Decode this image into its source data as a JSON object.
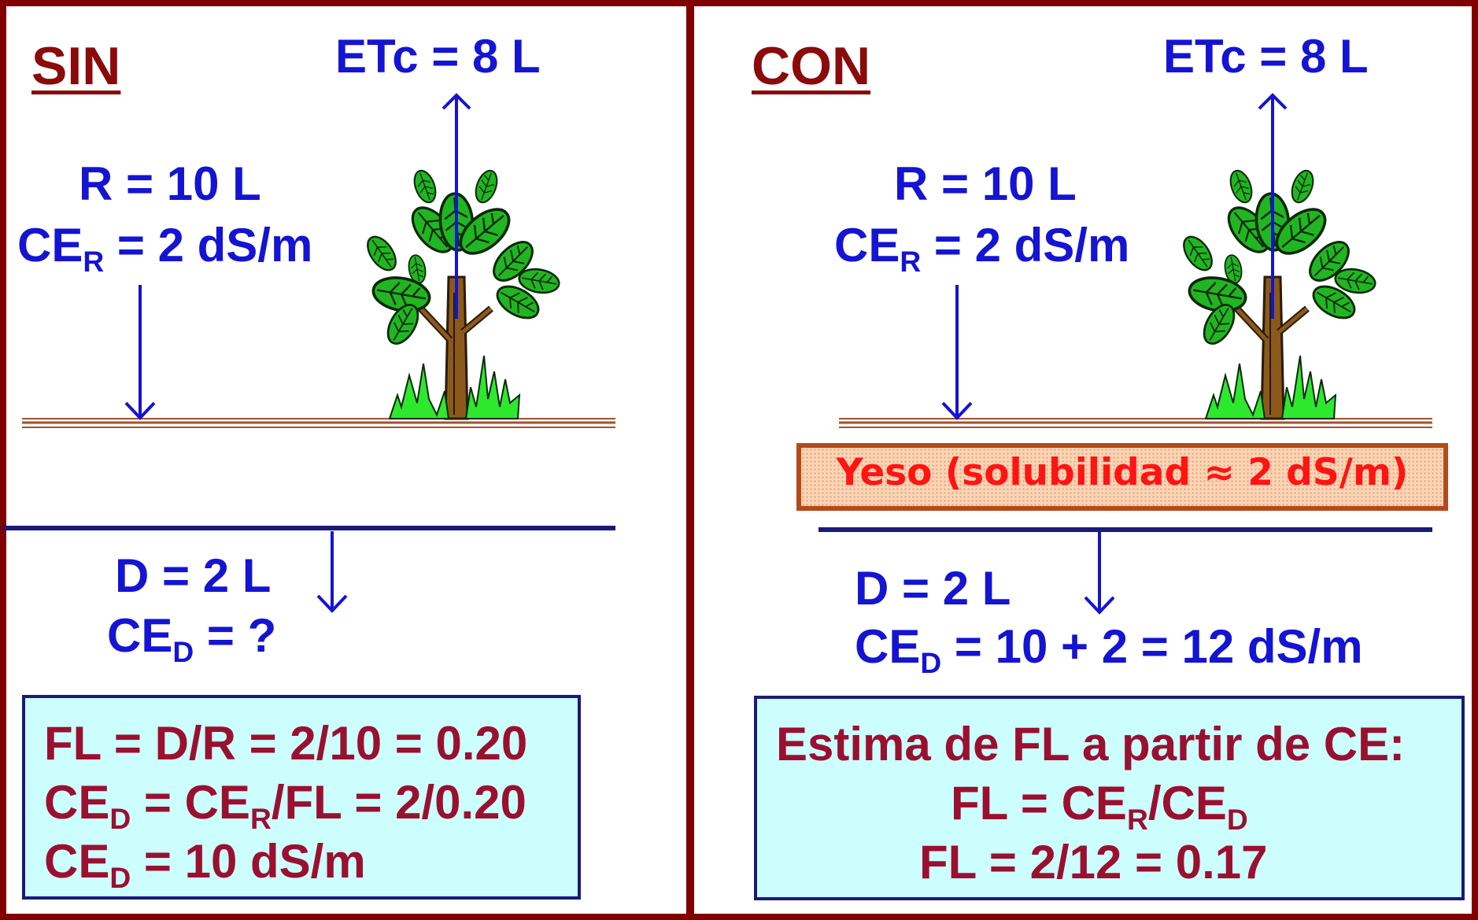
{
  "colors": {
    "frame": "#800000",
    "text_blue": "#1414d2",
    "text_maroon": "#9a1030",
    "box_fill": "#ccfefe",
    "box_border": "#1a1a7a",
    "yeso_text": "#ff1414",
    "yeso_border": "#b34a1a"
  },
  "left": {
    "title": "SIN",
    "etc": "ETc = 8 L",
    "r": "R = 10 L",
    "ce_r": {
      "pre": "CE",
      "sub": "R",
      "post": " = 2 dS/m"
    },
    "d": "D = 2 L",
    "ce_d": {
      "pre": "CE",
      "sub": "D",
      "post": " = ?"
    },
    "box": {
      "line1": "FL = D/R = 2/10 = 0.20",
      "line2": {
        "pre": "CE",
        "sub1": "D",
        "mid": " = CE",
        "sub2": "R",
        "post": "/FL = 2/0.20"
      },
      "line3": {
        "pre": "CE",
        "sub": "D",
        "post": " = 10 dS/m"
      }
    }
  },
  "right": {
    "title": "CON",
    "etc": "ETc = 8 L",
    "r": "R = 10 L",
    "ce_r": {
      "pre": "CE",
      "sub": "R",
      "post": " = 2 dS/m"
    },
    "yeso": "Yeso (solubilidad ≈ 2 dS/m)",
    "d": "D = 2 L",
    "ce_d": {
      "pre": "CE",
      "sub": "D",
      "post": " = 10 + 2 = 12 dS/m"
    },
    "box": {
      "line1": "Estima de FL a partir de CE:",
      "line2": {
        "pre": "FL = CE",
        "sub1": "R",
        "mid": "/CE",
        "sub2": "D"
      },
      "line3": "FL = 2/12 = 0.17"
    }
  },
  "icons": [
    "tree-icon",
    "grass-icon",
    "arrow-up-icon",
    "arrow-down-icon"
  ]
}
